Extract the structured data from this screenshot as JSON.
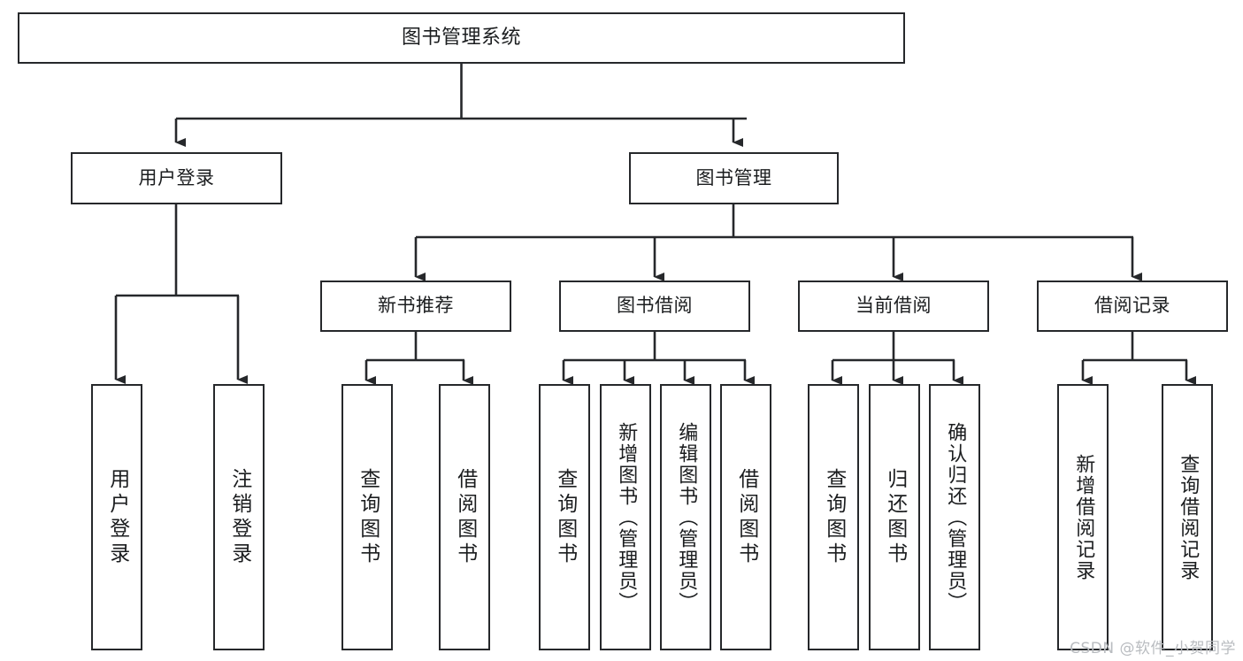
{
  "diagram": {
    "title": "图书管理系统",
    "watermark": "CSDN @软件_小贺同学",
    "stroke_color": "#26282b",
    "fill_color": "#ffffff",
    "text_color": "#1b1d1f",
    "watermark_color": "#b9bcc0"
  },
  "nodes": {
    "root": {
      "label": "图书管理系统"
    },
    "level2": [
      {
        "label": "用户登录"
      },
      {
        "label": "图书管理"
      }
    ],
    "level3": [
      {
        "label": "新书推荐"
      },
      {
        "label": "图书借阅"
      },
      {
        "label": "当前借阅"
      },
      {
        "label": "借阅记录"
      }
    ],
    "leaves_user_login": [
      {
        "label": "用户登录"
      },
      {
        "label": "注销登录"
      }
    ],
    "leaves_new_book": [
      {
        "label": "查询图书"
      },
      {
        "label": "借阅图书"
      }
    ],
    "leaves_borrow": [
      {
        "label": "查询图书"
      },
      {
        "label": "新增图书（管理员）"
      },
      {
        "label": "编辑图书（管理员）"
      },
      {
        "label": "借阅图书"
      }
    ],
    "leaves_current": [
      {
        "label": "查询图书"
      },
      {
        "label": "归还图书"
      },
      {
        "label": "确认归还（管理员）"
      }
    ],
    "leaves_record": [
      {
        "label": "新增借阅记录"
      },
      {
        "label": "查询借阅记录"
      }
    ]
  }
}
